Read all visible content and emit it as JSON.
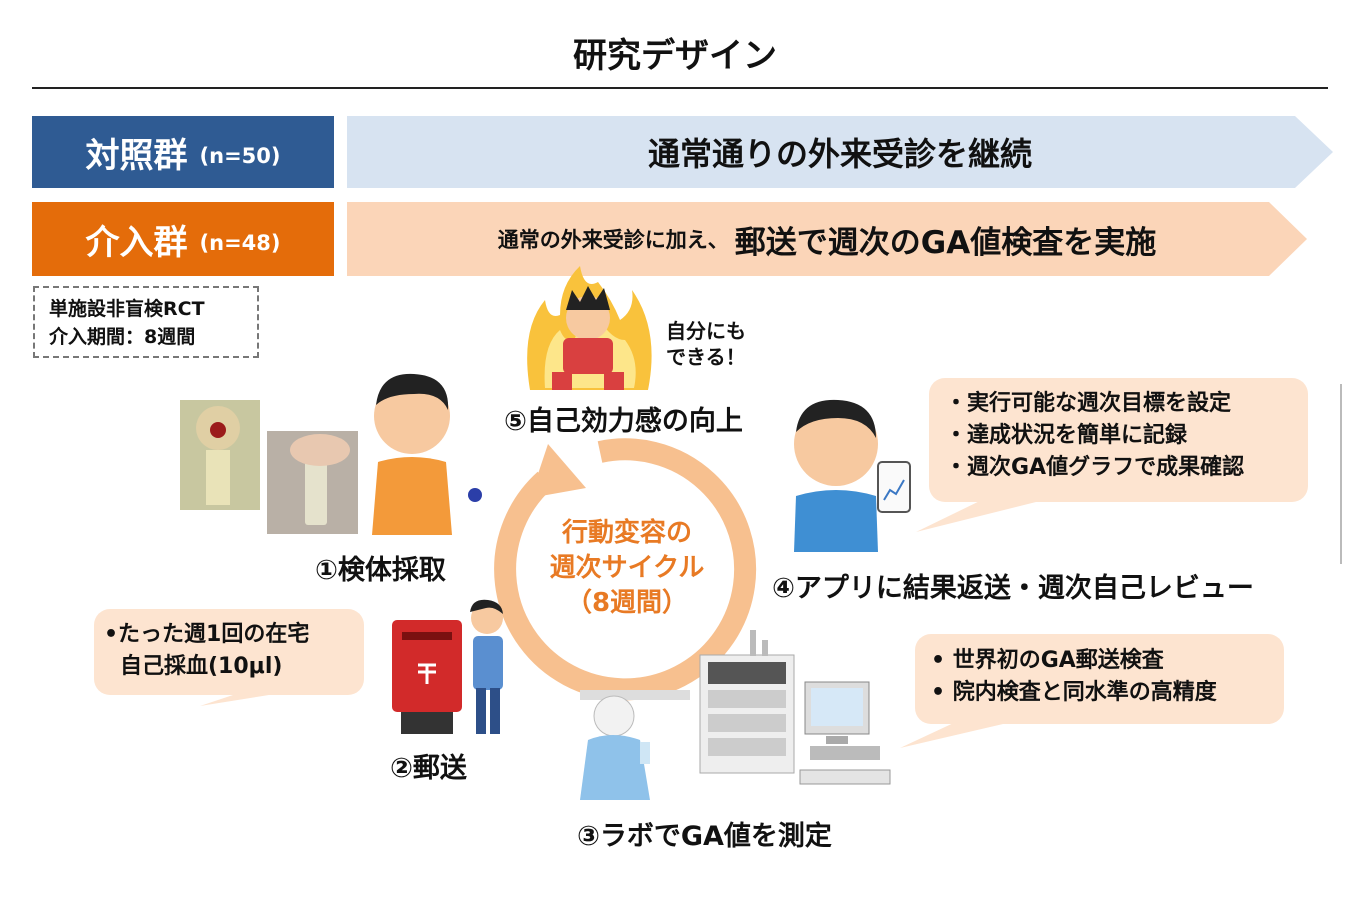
{
  "title": "研究デザイン",
  "groups": {
    "control": {
      "name": "対照群",
      "n": "(n=50)",
      "description": "通常通りの外来受診を継続"
    },
    "intervention": {
      "name": "介入群",
      "n": "(n=48)",
      "description_prefix": "通常の外来受診に加え、",
      "description_main": "郵送で週次のGA値検査を実施"
    }
  },
  "design": {
    "line1": "単施設非盲検RCT",
    "line2": "介入期間：8週間"
  },
  "cycle": {
    "line1": "行動変容の",
    "line2": "週次サイクル",
    "line3": "（8週間）"
  },
  "steps": {
    "s1": "①検体採取",
    "s2": "②郵送",
    "s3": "③ラボでGA値を測定",
    "s4": "④アプリに結果返送・週次自己レビュー",
    "s5": "⑤自己効力感の向上"
  },
  "callouts": {
    "sampling": {
      "line1": "•たった週1回の在宅",
      "line2": "自己採血(10μl)"
    },
    "app": {
      "line1": "・実行可能な週次目標を設定",
      "line2": "・達成状況を簡単に記録",
      "line3": "・週次GA値グラフで成果確認"
    },
    "lab": {
      "line1": "• 世界初のGA郵送検査",
      "line2": "• 院内検査と同水準の高精度"
    }
  },
  "self_note": {
    "line1": "自分にも",
    "line2": "できる！"
  },
  "colors": {
    "control": "#2f5b93",
    "intervention": "#e46c0a",
    "control_band": "#d7e3f1",
    "intervention_band": "#fbd5b8",
    "cycle": "#f7c08f",
    "bubble": "#fde4d0"
  }
}
